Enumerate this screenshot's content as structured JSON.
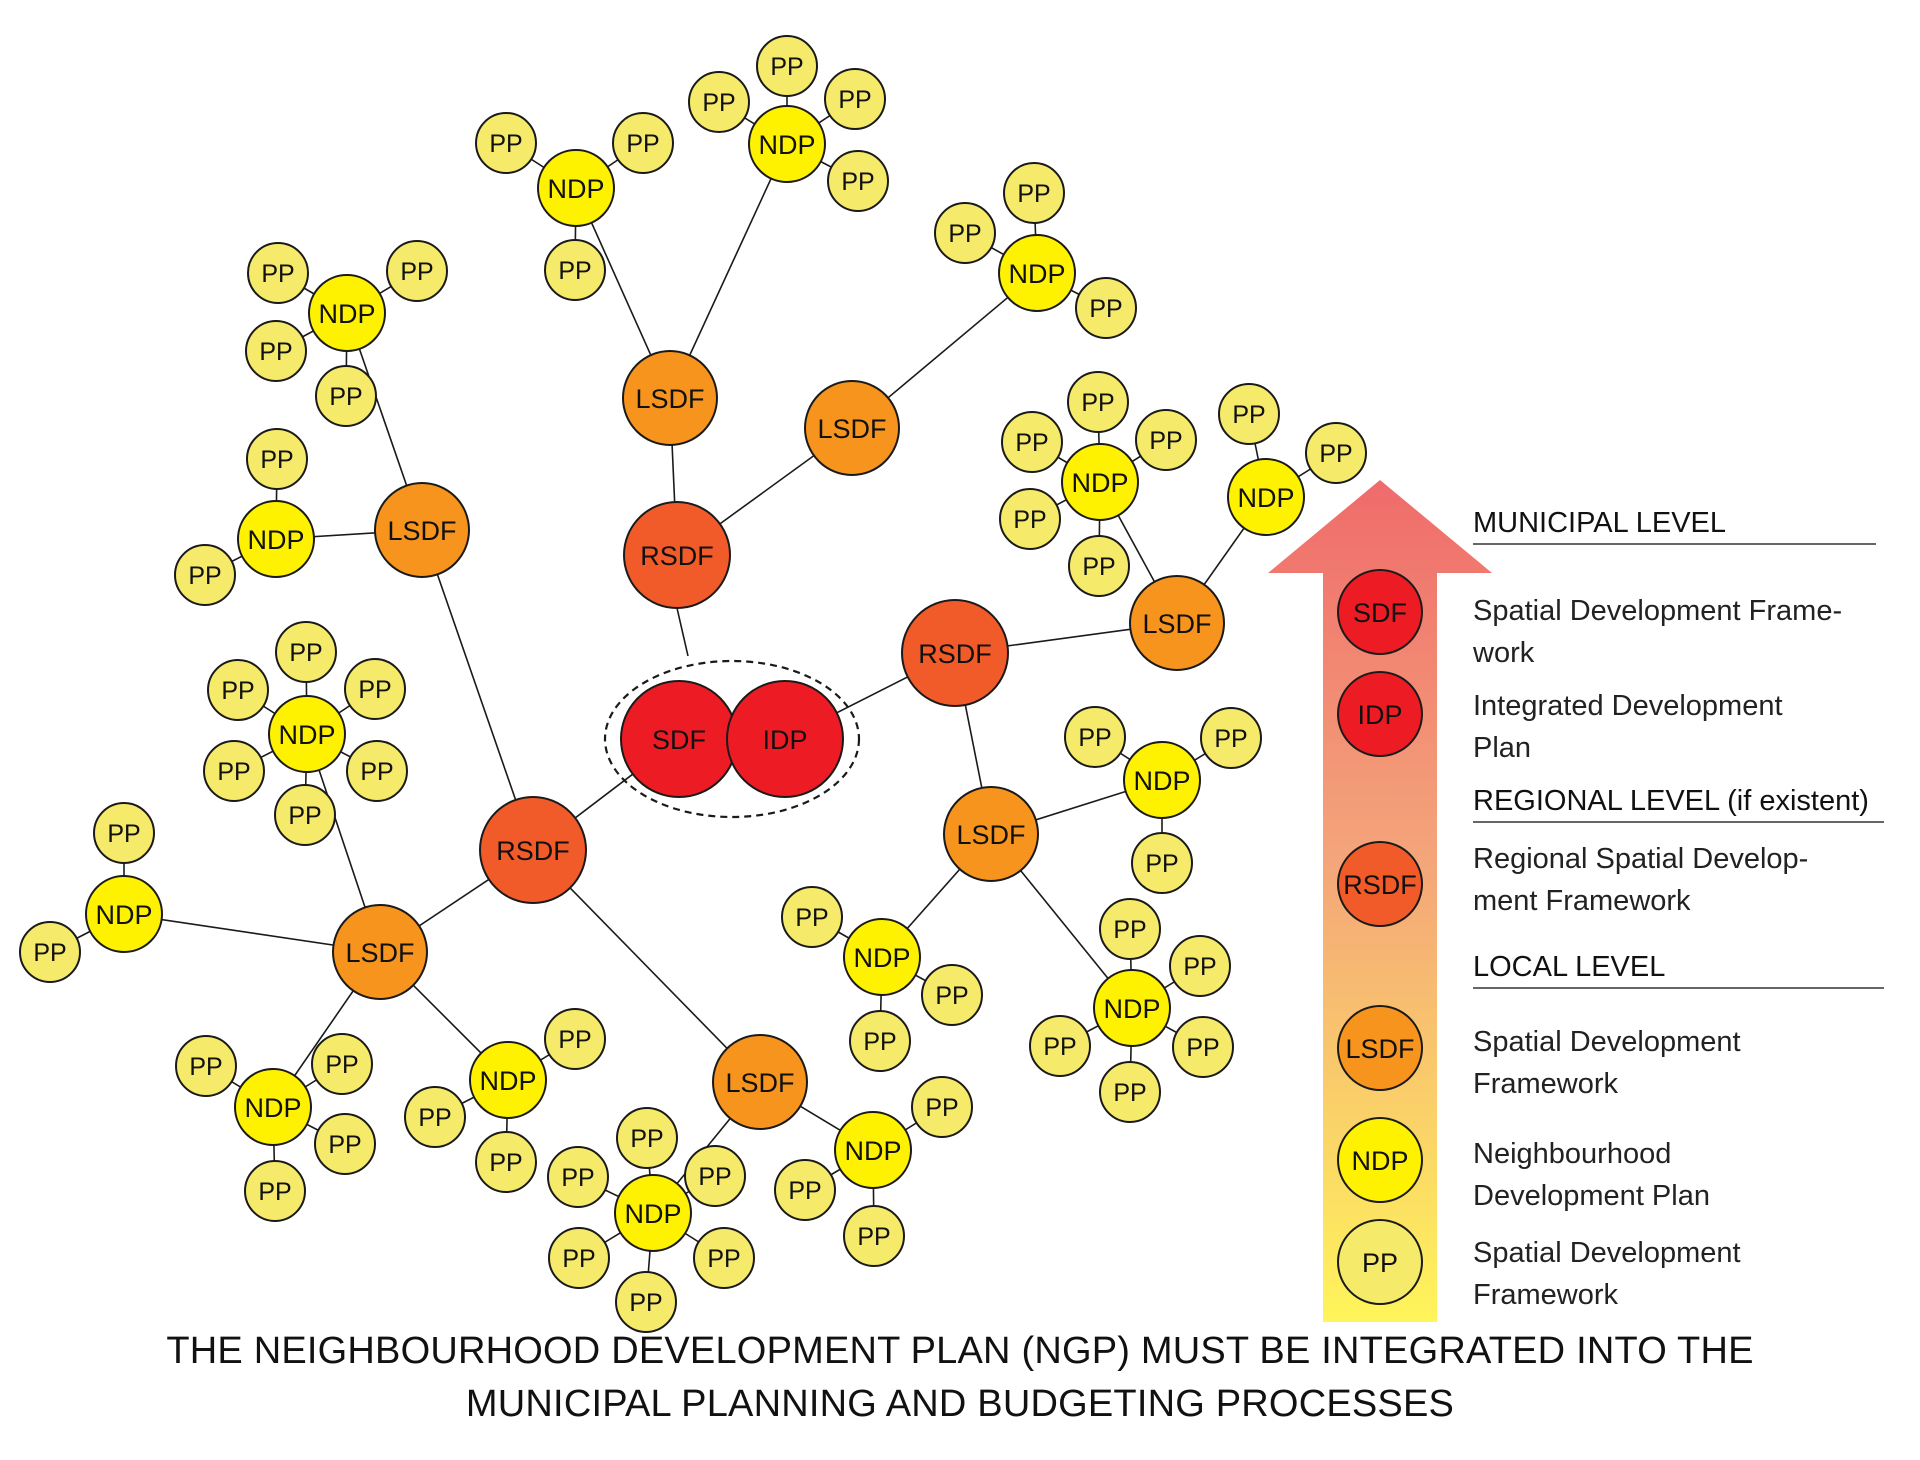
{
  "labels": {
    "sdf": "SDF",
    "idp": "IDP",
    "rsdf": "RSDF",
    "lsdf": "LSDF",
    "ndp": "NDP",
    "pp": "PP"
  },
  "colors": {
    "sdf": "#ed1c24",
    "rsdf": "#f15a29",
    "lsdf": "#f7941d",
    "ndp": "#fff200",
    "pp": "#f5ea6a",
    "stroke": "#1a1a1a",
    "arrow_top": "#ef6b6b",
    "arrow_bottom": "#fff55a"
  },
  "legend": {
    "municipal_heading": "MUNICIPAL LEVEL",
    "sdf_desc": [
      "Spatial Development Frame-",
      "work"
    ],
    "idp_desc": [
      "Integrated Development",
      "Plan"
    ],
    "regional_heading": "REGIONAL LEVEL (if existent)",
    "rsdf_desc": [
      "Regional Spatial Develop-",
      "ment Framework"
    ],
    "local_heading": "LOCAL LEVEL",
    "lsdf_desc": [
      "Spatial Development",
      "Framework"
    ],
    "ndp_desc": [
      "Neighbourhood",
      "Development Plan"
    ],
    "pp_desc": [
      "Spatial Development",
      "Framework"
    ]
  },
  "caption": {
    "line1": "THE NEIGHBOURHOOD DEVELOPMENT PLAN (NGP) MUST BE INTEGRATED INTO THE",
    "line2": "MUNICIPAL PLANNING AND BUDGETING PROCESSES"
  }
}
